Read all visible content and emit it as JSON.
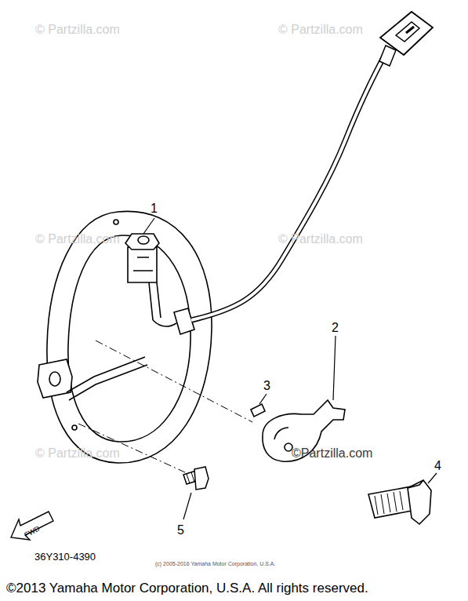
{
  "diagram": {
    "labels": [
      "© Partzilla.com",
      "© Partzilla.com",
      "© Partzilla.com",
      "© Partzilla.com",
      "© Partzilla.com",
      "©Partzilla.com",
      "1",
      "2",
      "3",
      "4",
      "5",
      "FWD",
      "36Y310-4390",
      "(c) 2005-2016 Yamaha Motor Corporation, U.S.A.",
      "©2013 Yamaha Motor Corporation, U.S.A. All rights reserved."
    ]
  }
}
